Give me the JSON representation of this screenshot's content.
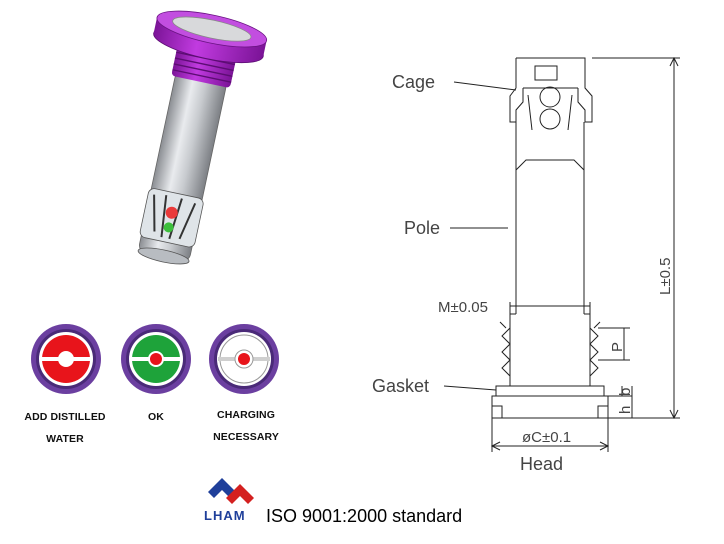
{
  "drawing": {
    "labels": {
      "cage": "Cage",
      "pole": "Pole",
      "gasket": "Gasket",
      "head": "Head"
    },
    "dimensions": {
      "m": "M±0.05",
      "l": "L±0.5",
      "c": "øC±0.1",
      "p": "P",
      "h": "h",
      "b": "b"
    }
  },
  "indicators": [
    {
      "id": "add-water",
      "line1": "ADD DISTILLED",
      "line2": "WATER",
      "center_color": "#e8141b",
      "dot_color": "#ffffff"
    },
    {
      "id": "ok",
      "line1": "OK",
      "line2": "",
      "center_color": "#1ea33a",
      "dot_color": "#e8141b"
    },
    {
      "id": "charging",
      "line1": "CHARGING",
      "line2": "NECESSARY",
      "center_color": "#ffffff",
      "dot_color": "#e8141b"
    }
  ],
  "logo": {
    "text": "LHAM",
    "colors": {
      "blue": "#1f3f9a",
      "red": "#d4201f"
    }
  },
  "footer": {
    "standard": "ISO 9001:2000 standard"
  },
  "colors": {
    "ring_purple": "#6b3fa0",
    "cap_magenta": "#a21fc1",
    "line": "#222222"
  }
}
